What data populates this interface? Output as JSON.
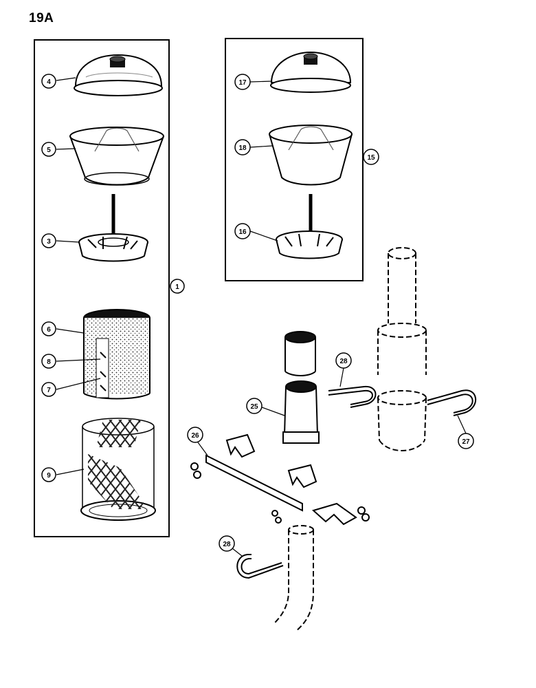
{
  "page_label": "19A",
  "callouts": {
    "c1": "1",
    "c3": "3",
    "c4": "4",
    "c5": "5",
    "c6": "6",
    "c7": "7",
    "c8": "8",
    "c9": "9",
    "c15": "15",
    "c16": "16",
    "c17": "17",
    "c18": "18",
    "c25": "25",
    "c26": "26",
    "c27": "27",
    "c28a": "28",
    "c28b": "28"
  }
}
